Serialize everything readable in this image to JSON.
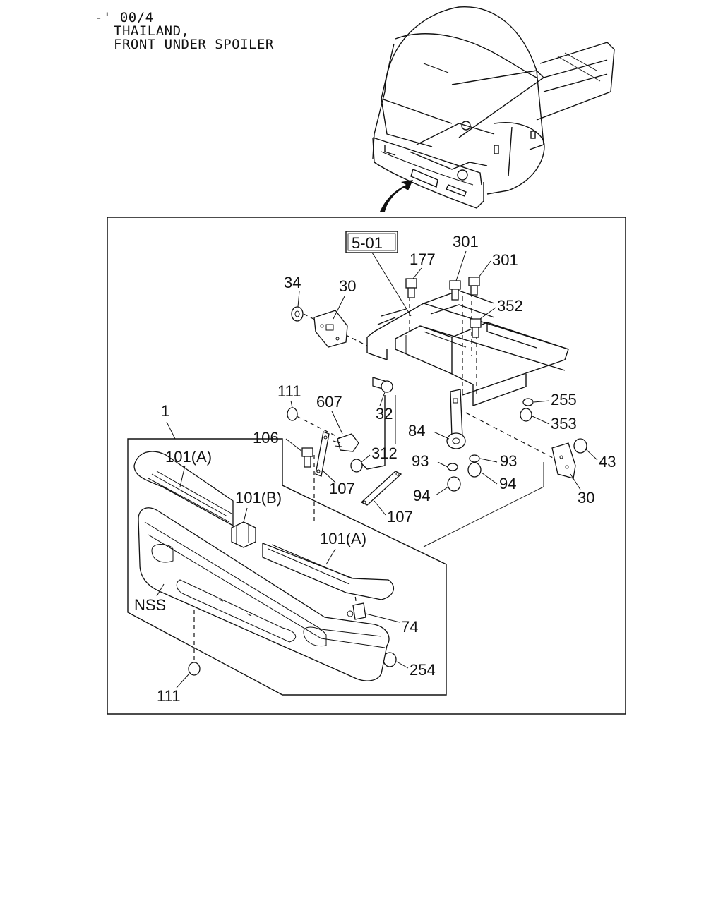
{
  "header": {
    "line1": "-' 00/4",
    "line2": "THAILAND,",
    "line3": "FRONT UNDER SPOILER"
  },
  "ref_box": "5-01",
  "callouts": {
    "c1": "1",
    "c30a": "30",
    "c30b": "30",
    "c32": "32",
    "c34": "34",
    "c43": "43",
    "c74": "74",
    "c84": "84",
    "c93a": "93",
    "c93b": "93",
    "c94a": "94",
    "c94b": "94",
    "c101a1": "101(A)",
    "c101a2": "101(A)",
    "c101b": "101(B)",
    "c106": "106",
    "c107a": "107",
    "c107b": "107",
    "c111a": "111",
    "c111b": "111",
    "c177": "177",
    "c254": "254",
    "c255": "255",
    "c301a": "301",
    "c301b": "301",
    "c312": "312",
    "c352": "352",
    "c353": "353",
    "c607": "607",
    "nss": "NSS"
  }
}
